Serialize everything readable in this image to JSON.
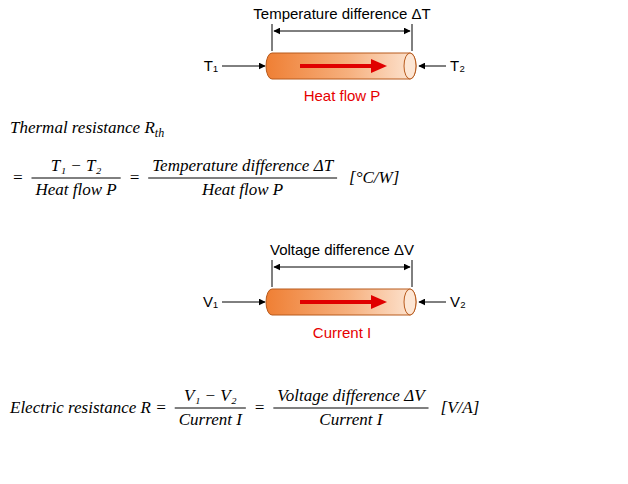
{
  "diagram": {
    "labels": [
      "Temperature difference ΔT",
      "T₁",
      "T₂",
      "Heat flow P",
      "Thermal resistance R",
      "th",
      "=",
      "T₁ − T₂",
      "Heat flow P",
      "=",
      "Temperature difference ΔT",
      "Heat flow P",
      "[°C/W]",
      "Voltage difference ΔV",
      "V₁",
      "V₂",
      "Current I",
      "Electric resistance R =",
      "V₁ − V₂",
      "Current I",
      "=",
      "Voltage difference ΔV",
      "Current I",
      "[V/A]"
    ]
  }
}
